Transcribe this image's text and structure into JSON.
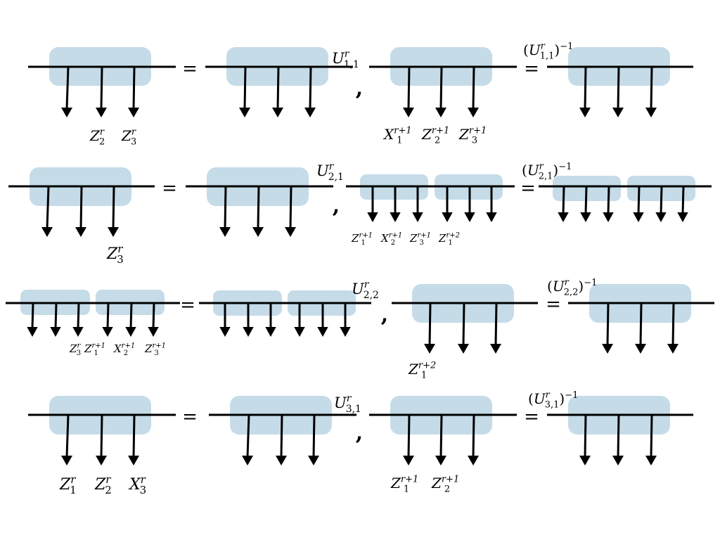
{
  "colors": {
    "block": "#c5dbe8",
    "ink": "#000000"
  },
  "equals": "=",
  "comma": ",",
  "rows": [
    {
      "lhs_labels": [
        {
          "base": "Z",
          "sub": "2",
          "sup": "r"
        },
        {
          "base": "Z",
          "sub": "3",
          "sup": "r"
        }
      ],
      "u_label": {
        "base": "U",
        "sub": "1,1",
        "sup": "r",
        "inverse": false
      },
      "mid_labels": [
        {
          "base": "X",
          "sub": "1",
          "sup": "r+1"
        },
        {
          "base": "Z",
          "sub": "2",
          "sup": "r+1"
        },
        {
          "base": "Z",
          "sub": "3",
          "sup": "r+1"
        }
      ],
      "inv_label": {
        "base": "U",
        "sub": "1,1",
        "sup": "r",
        "inverse": true,
        "power": "−1"
      }
    },
    {
      "lhs_labels": [
        {
          "base": "Z",
          "sub": "3",
          "sup": "r"
        }
      ],
      "u_label": {
        "base": "U",
        "sub": "2,1",
        "sup": "r",
        "inverse": false
      },
      "mid_labels": [
        {
          "base": "Z",
          "sub": "1",
          "sup": "r+1"
        },
        {
          "base": "X",
          "sub": "2",
          "sup": "r+1"
        },
        {
          "base": "Z",
          "sub": "3",
          "sup": "r+1"
        },
        {
          "base": "Z",
          "sub": "1",
          "sup": "r+2"
        }
      ],
      "inv_label": {
        "base": "U",
        "sub": "2,1",
        "sup": "r",
        "inverse": true,
        "power": "−1"
      }
    },
    {
      "lhs_labels": [
        {
          "base": "Z",
          "sub": "3",
          "sup": "r"
        },
        {
          "base": "Z",
          "sub": "1",
          "sup": "r+1"
        },
        {
          "base": "X",
          "sub": "2",
          "sup": "r+1"
        },
        {
          "base": "Z",
          "sub": "3",
          "sup": "r+1"
        }
      ],
      "u_label": {
        "base": "U",
        "sub": "2,2",
        "sup": "r",
        "inverse": false
      },
      "mid_labels": [
        {
          "base": "Z",
          "sub": "1",
          "sup": "r+2"
        }
      ],
      "inv_label": {
        "base": "U",
        "sub": "2,2",
        "sup": "r",
        "inverse": true,
        "power": "−1"
      }
    },
    {
      "lhs_labels": [
        {
          "base": "Z",
          "sub": "1",
          "sup": "r"
        },
        {
          "base": "Z",
          "sub": "2",
          "sup": "r"
        },
        {
          "base": "X",
          "sub": "3",
          "sup": "r"
        }
      ],
      "u_label": {
        "base": "U",
        "sub": "3,1",
        "sup": "r",
        "inverse": false
      },
      "mid_labels": [
        {
          "base": "Z",
          "sub": "1",
          "sup": "r+1"
        },
        {
          "base": "Z",
          "sub": "2",
          "sup": "r+1"
        }
      ],
      "inv_label": {
        "base": "U",
        "sub": "3,1",
        "sup": "r",
        "inverse": true,
        "power": "−1"
      }
    }
  ]
}
